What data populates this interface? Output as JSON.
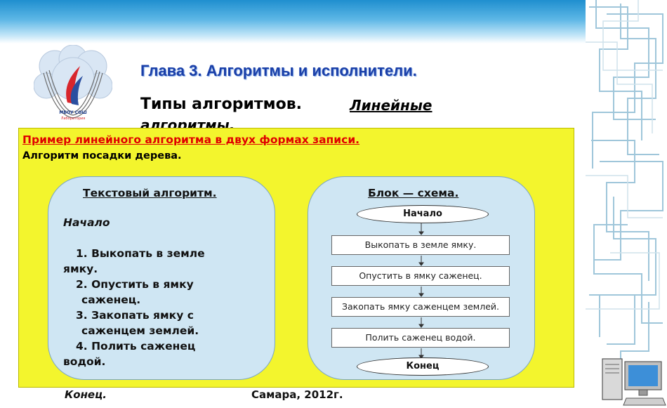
{
  "slide": {
    "chapter_title": "Глава 3. Алгоритмы и исполнители.",
    "topic_prefix": "Типы алгоритмов.",
    "topic_em": "Линейные алгоритмы.",
    "logo_caption_line1": "МБОУ СОШ",
    "logo_caption_line2": "Лаборатория"
  },
  "example": {
    "title": "Пример линейного алгоритма в двух формах записи.",
    "subtitle": "Алгоритм посадки дерева."
  },
  "text_algorithm": {
    "title": "Текстовый алгоритм.",
    "start": "Начало",
    "steps": [
      {
        "num": "1. Выкопать в земле",
        "cont": "ямку."
      },
      {
        "num": "2. Опустить в ямку",
        "cont": "саженец."
      },
      {
        "num": "3. Закопать ямку с",
        "cont": "саженцем землей."
      },
      {
        "num": "4. Полить саженец",
        "cont": "водой."
      }
    ],
    "end": "Конец."
  },
  "flowchart": {
    "title": "Блок — схема.",
    "start": "Начало",
    "steps": [
      "Выкопать в земле ямку.",
      "Опустить в ямку саженец.",
      "Закопать ямку саженцем землей.",
      "Полить саженец водой."
    ],
    "end": "Конец"
  },
  "footer": "Самара, 2012г.",
  "colors": {
    "header_blue": "#1f8fcf",
    "title_blue": "#1a3fa8",
    "panel_yellow": "#f3f52d",
    "card_blue": "#cfe6f3",
    "accent_red": "#e00000",
    "logo_red": "#d8262c"
  },
  "icons": [
    "school-logo-icon",
    "computer-icon",
    "circuit-pattern"
  ]
}
